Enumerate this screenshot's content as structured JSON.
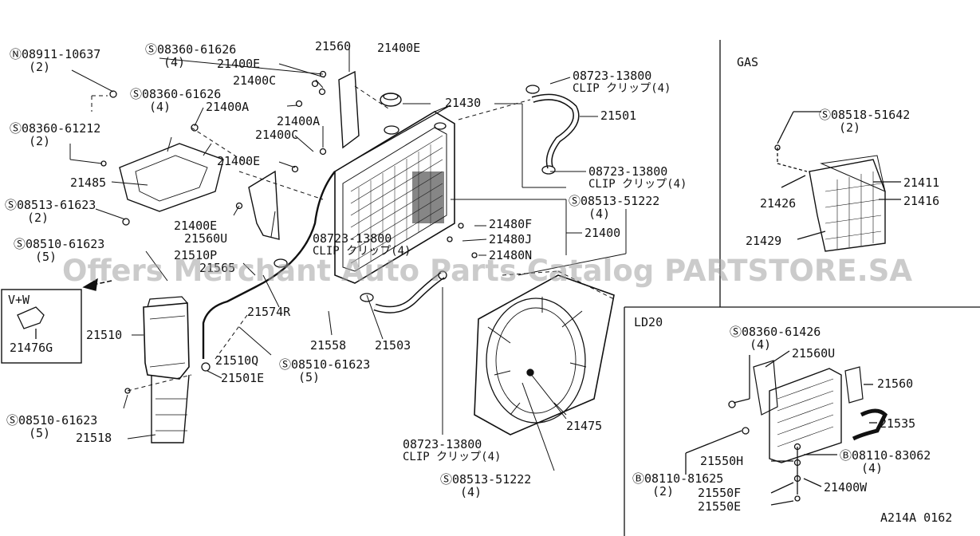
{
  "watermark": "Offers Merchant Auto Parts Catalog PARTSTORE.SA",
  "diagram_code": "A214A 0162",
  "inset_gas": {
    "title": "GAS"
  },
  "inset_ld20": {
    "title": "LD20"
  },
  "inset_vw": {
    "title": "V+W"
  },
  "labels": {
    "n08911": "Ⓝ08911-10637",
    "n08911_q": "(2)",
    "s08360_61626_a": "Ⓢ08360-61626",
    "s08360_61626_a_q": "(4)",
    "s08360_61626_b": "Ⓢ08360-61626",
    "s08360_61626_b_q": "(4)",
    "s08360_61212": "Ⓢ08360-61212",
    "s08360_61212_q": "(2)",
    "p21485": "21485",
    "s08513_61623": "Ⓢ08513-61623",
    "s08513_61623_q": "(2)",
    "s08510_61623_a": "Ⓢ08510-61623",
    "s08510_61623_a_q": "(5)",
    "p21560": "21560",
    "p21400E_a": "21400E",
    "p21400E_b": "21400E",
    "p21400C_a": "21400C",
    "p21400A_a": "21400A",
    "p21400A_b": "21400A",
    "p21400C_b": "21400C",
    "p21400E_c": "21400E",
    "p21400E_d": "21400E",
    "p21560U": "21560U",
    "p21430": "21430",
    "clip1_code": "08723-13800",
    "clip1_text": "CLIP クリップ(4)",
    "p21501": "21501",
    "clip2_code": "08723-13800",
    "clip2_text": "CLIP クリップ(4)",
    "s08513_51222_a": "Ⓢ08513-51222",
    "s08513_51222_a_q": "(4)",
    "p21480F": "21480F",
    "p21480J": "21480J",
    "p21480N": "21480N",
    "p21400": "21400",
    "clip3_code": "08723-13800",
    "clip3_text": "CLIP クリップ(4)",
    "p21510P": "21510P",
    "p21565": "21565",
    "p21574R": "21574R",
    "p21510": "21510",
    "p21476G": "21476G",
    "p21510Q": "21510Q",
    "s08510_61623_b": "Ⓢ08510-61623",
    "s08510_61623_b_q": "(5)",
    "p21501E": "21501E",
    "p21558": "21558",
    "p21503": "21503",
    "s08510_61623_c": "Ⓢ08510-61623",
    "s08510_61623_c_q": "(5)",
    "p21518": "21518",
    "clip4_code": "08723-13800",
    "clip4_text": "CLIP クリップ(4)",
    "p21475": "21475",
    "s08513_51222_b": "Ⓢ08513-51222",
    "s08513_51222_b_q": "(4)",
    "s08518_51642": "Ⓢ08518-51642",
    "s08518_51642_q": "(2)",
    "p21411": "21411",
    "p21416": "21416",
    "p21426": "21426",
    "p21429": "21429",
    "s08360_61426": "Ⓢ08360-61426",
    "s08360_61426_q": "(4)",
    "p21560U_ld": "21560U",
    "p21560_ld": "21560",
    "p21535": "21535",
    "p21550H": "21550H",
    "b08110_83062": "Ⓑ08110-83062",
    "b08110_83062_q": "(4)",
    "b08110_81625": "Ⓑ08110-81625",
    "b08110_81625_q": "(2)",
    "p21550F": "21550F",
    "p21400W": "21400W",
    "p21550E": "21550E"
  }
}
